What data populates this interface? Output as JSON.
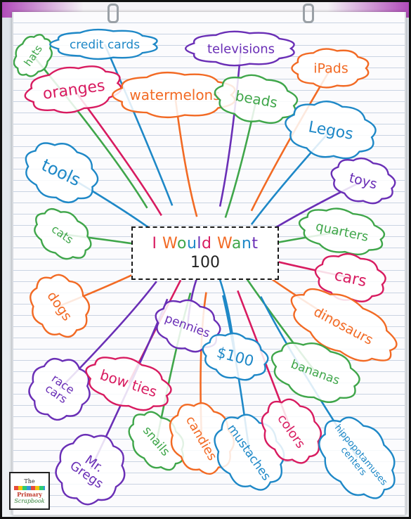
{
  "chart_title": {
    "line1_letters": [
      "I",
      "W",
      "o",
      "u",
      "l",
      "d",
      "W",
      "a",
      "n",
      "t"
    ],
    "line1_text": "I Would Want",
    "line2_text": "100"
  },
  "bubbles": [
    {
      "id": "hats",
      "text": "hats",
      "color": "#3fa64a"
    },
    {
      "id": "credit-cards",
      "text": "credit cards",
      "color": "#1e88c7"
    },
    {
      "id": "televisions",
      "text": "televisions",
      "color": "#6a2fb6"
    },
    {
      "id": "ipads",
      "text": "iPads",
      "color": "#f26a24"
    },
    {
      "id": "oranges",
      "text": "oranges",
      "color": "#d81b60"
    },
    {
      "id": "watermelons",
      "text": "watermelons",
      "color": "#f26a24"
    },
    {
      "id": "beads",
      "text": "beads",
      "color": "#3fa64a"
    },
    {
      "id": "legos",
      "text": "Legos",
      "color": "#1e88c7"
    },
    {
      "id": "tools",
      "text": "tools",
      "color": "#1e88c7"
    },
    {
      "id": "toys",
      "text": "toys",
      "color": "#6a2fb6"
    },
    {
      "id": "cats",
      "text": "cats",
      "color": "#3fa64a"
    },
    {
      "id": "quarters",
      "text": "quarters",
      "color": "#3fa64a"
    },
    {
      "id": "cars",
      "text": "cars",
      "color": "#d81b60"
    },
    {
      "id": "dogs",
      "text": "dogs",
      "color": "#f26a24"
    },
    {
      "id": "dinosaurs",
      "text": "dinosaurs",
      "color": "#f26a24"
    },
    {
      "id": "pennies",
      "text": "pennies",
      "color": "#6a2fb6"
    },
    {
      "id": "dollars",
      "text": "$100",
      "color": "#1e88c7"
    },
    {
      "id": "bananas",
      "text": "bananas",
      "color": "#3fa64a"
    },
    {
      "id": "race-cars",
      "text": "race cars",
      "color": "#6a2fb6"
    },
    {
      "id": "bow-ties",
      "text": "bow ties",
      "color": "#d81b60"
    },
    {
      "id": "snails",
      "text": "snails",
      "color": "#3fa64a"
    },
    {
      "id": "candies",
      "text": "candies",
      "color": "#f26a24"
    },
    {
      "id": "mustaches",
      "text": "mustaches",
      "color": "#1e88c7"
    },
    {
      "id": "colors",
      "text": "colors",
      "color": "#d81b60"
    },
    {
      "id": "hippopotamuses-centers",
      "text": "hippopotamuses centers",
      "color": "#1e88c7"
    },
    {
      "id": "mr-gregs",
      "text": "Mr. Gregs",
      "color": "#6a2fb6"
    }
  ],
  "title_colors": [
    "#d81b60",
    "#f26a24",
    "#3fa64a",
    "#1e88c7",
    "#6a2fb6"
  ],
  "logo": {
    "top": "The",
    "mid": "Primary",
    "bot": "Scrapbook"
  }
}
